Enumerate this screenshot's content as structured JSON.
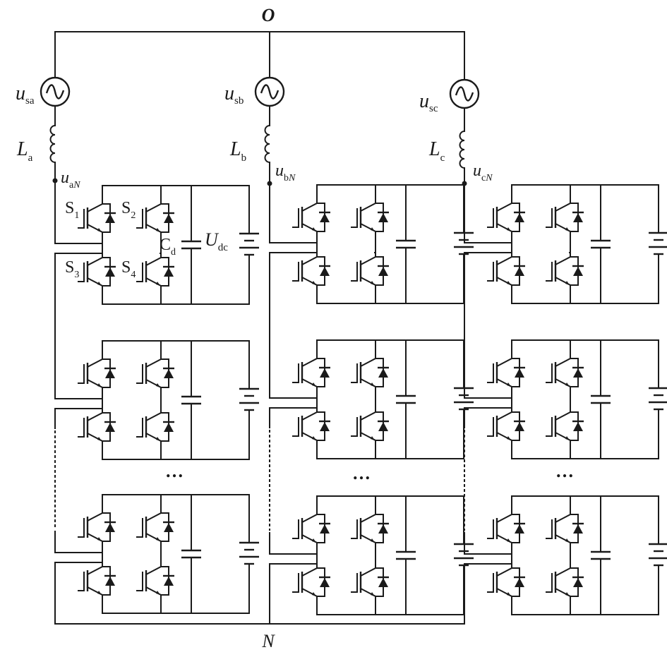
{
  "diagram": {
    "node_top": "O",
    "node_bottom": "N",
    "ellipsis": "…",
    "phases": [
      {
        "source_main": "u",
        "source_sub": "sa",
        "inductor_main": "L",
        "inductor_sub": "a",
        "node_main": "u",
        "node_sub_a": "a",
        "node_sub_b": "N"
      },
      {
        "source_main": "u",
        "source_sub": "sb",
        "inductor_main": "L",
        "inductor_sub": "b",
        "node_main": "u",
        "node_sub_a": "b",
        "node_sub_b": "N"
      },
      {
        "source_main": "u",
        "source_sub": "sc",
        "inductor_main": "L",
        "inductor_sub": "c",
        "node_main": "u",
        "node_sub_a": "c",
        "node_sub_b": "N"
      }
    ],
    "switch_labels": [
      {
        "main": "S",
        "sub": "1"
      },
      {
        "main": "S",
        "sub": "2"
      },
      {
        "main": "S",
        "sub": "3"
      },
      {
        "main": "S",
        "sub": "4"
      }
    ],
    "capacitor_label": {
      "main": "C",
      "sub": "d"
    },
    "dc_label": {
      "main": "U",
      "sub": "dc"
    }
  }
}
